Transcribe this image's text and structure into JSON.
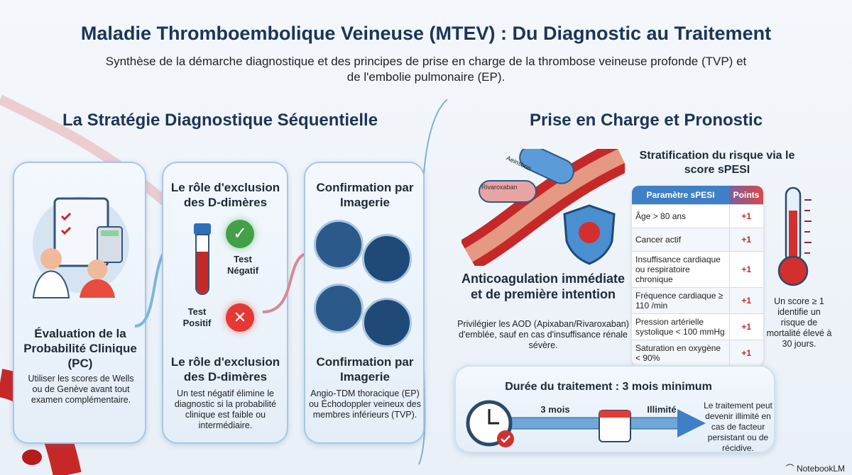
{
  "header": {
    "title": "Maladie Thromboembolique Veineuse (MTEV) : Du Diagnostic au Traitement",
    "subtitle": "Synthèse de la démarche diagnostique et des principes de prise en charge de la thrombose veineuse profonde (TVP) et de l'embolie pulmonaire (EP)."
  },
  "left": {
    "heading": "La Stratégie Diagnostique Séquentielle",
    "card1": {
      "title": "Évaluation de la Probabilité Clinique (PC)",
      "text": "Utiliser les scores de Wells ou de Genève avant tout examen complémentaire."
    },
    "card2": {
      "top_title": "Le rôle d'exclusion des D-dimères",
      "neg": "Test Négatif",
      "pos": "Test Positif",
      "title": "Le rôle d'exclusion des D-dimères",
      "text": "Un test négatif élimine le diagnostic si la probabilité clinique est faible ou intermédiaire."
    },
    "card3": {
      "top_title": "Confirmation par Imagerie",
      "title": "Confirmation par Imagerie",
      "text": "Angio-TDM thoracique (EP) ou Échodoppler veineux des membres inférieurs (TVP)."
    }
  },
  "right": {
    "heading": "Prise en Charge et Pronostic",
    "pills": [
      "Aeinsbon",
      "Rivaroxaban"
    ],
    "anticoag": {
      "title": "Anticoagulation immédiate et de première intention",
      "text": "Privilégier les AOD (Apixaban/Rivaroxaban) d'emblée, sauf en cas d'insuffisance rénale sévère."
    },
    "spesi": {
      "title": "Stratification du risque via le score sPESI",
      "col1": "Paramètre sPESI",
      "col2": "Points",
      "rows": [
        {
          "p": "Âge > 80 ans",
          "v": "+1"
        },
        {
          "p": "Cancer actif",
          "v": "+1"
        },
        {
          "p": "Insuffisance cardiaque ou respiratoire chronique",
          "v": "+1"
        },
        {
          "p": "Fréquence cardiaque ≥ 110 /min",
          "v": "+1"
        },
        {
          "p": "Pression artérielle systolique < 100 mmHg",
          "v": "+1"
        },
        {
          "p": "Saturation en oxygène < 90%",
          "v": "+1"
        }
      ],
      "note": "Un score ≥ 1 identifie un risque de mortalité élevé à 30 jours."
    },
    "duration": {
      "title": "Durée du traitement : 3 mois minimum",
      "seg1": "3 mois",
      "seg2": "Illimité",
      "note": "Le traitement peut devenir illimité en cas de facteur persistant ou de récidive."
    }
  },
  "footer": {
    "brand": "NotebookLM"
  }
}
